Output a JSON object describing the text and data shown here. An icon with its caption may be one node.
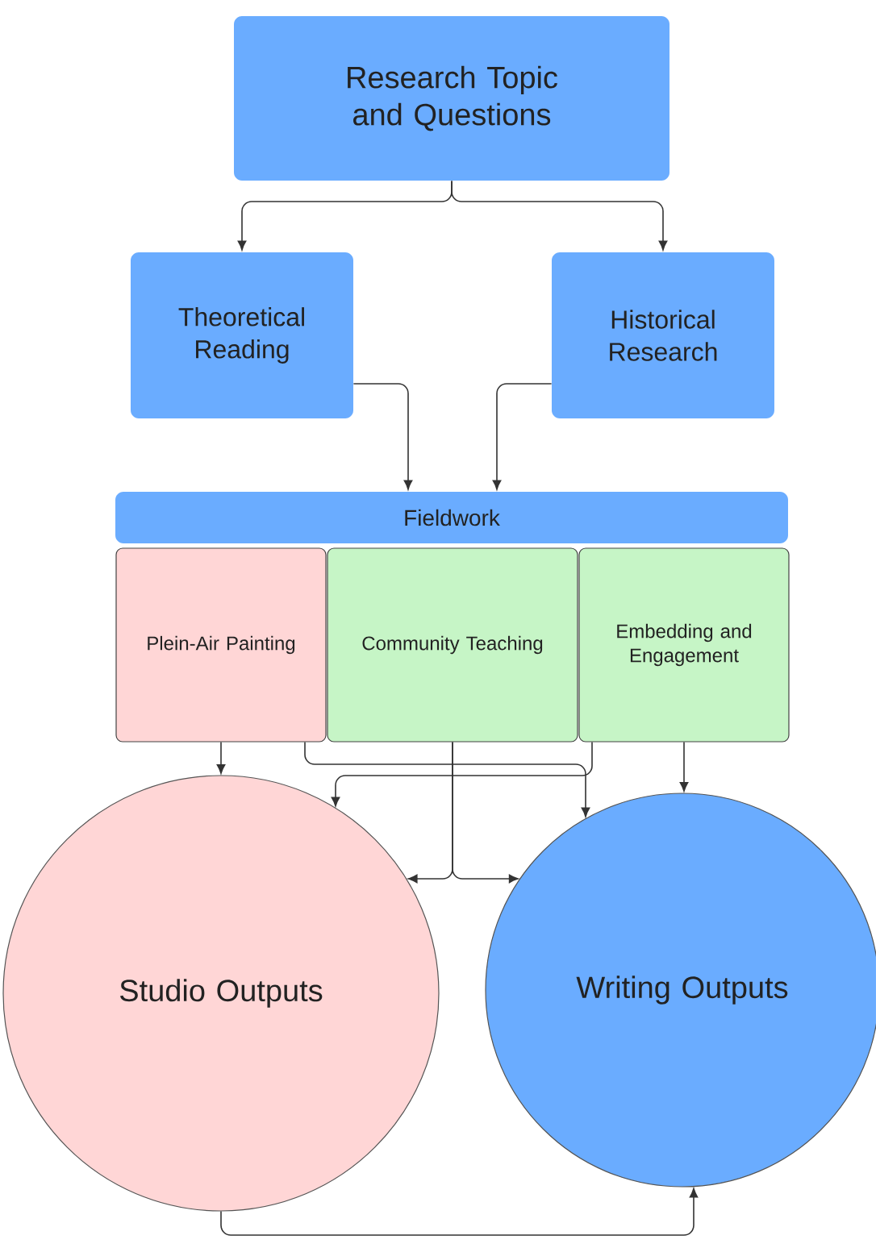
{
  "diagram": {
    "nodes": [
      {
        "text": [
          "Research Topic and Questions"
        ]
      },
      {
        "text": [
          "Theoretical Reading"
        ]
      },
      {
        "text": [
          "Historical Research"
        ]
      },
      {
        "text": [
          "Fieldwork"
        ]
      },
      {
        "text": [
          "Plein-Air Painting"
        ]
      },
      {
        "text": [
          "Community Teaching"
        ]
      },
      {
        "text": [
          "Embedding and Engagement"
        ]
      },
      {
        "text": [
          "Studio Outputs"
        ]
      },
      {
        "text": [
          "Writing Outputs"
        ]
      }
    ],
    "edges": [
      {
        "from": 0,
        "to": 1,
        "arrow": "to"
      },
      {
        "from": 0,
        "to": 2,
        "arrow": "to"
      },
      {
        "from": 1,
        "to": 3,
        "arrow": "to"
      },
      {
        "from": 2,
        "to": 3,
        "arrow": "to"
      },
      {
        "from": 4,
        "to": 7,
        "arrow": "to"
      },
      {
        "from": 4,
        "to": 8,
        "arrow": "to"
      },
      {
        "from": 6,
        "to": 7,
        "arrow": "to"
      },
      {
        "from": 5,
        "to": 7,
        "arrow": "to"
      },
      {
        "from": 5,
        "to": 8,
        "arrow": "to"
      },
      {
        "from": 6,
        "to": 8,
        "arrow": "to"
      },
      {
        "from": 7,
        "to": 8,
        "arrow": "to"
      }
    ]
  }
}
